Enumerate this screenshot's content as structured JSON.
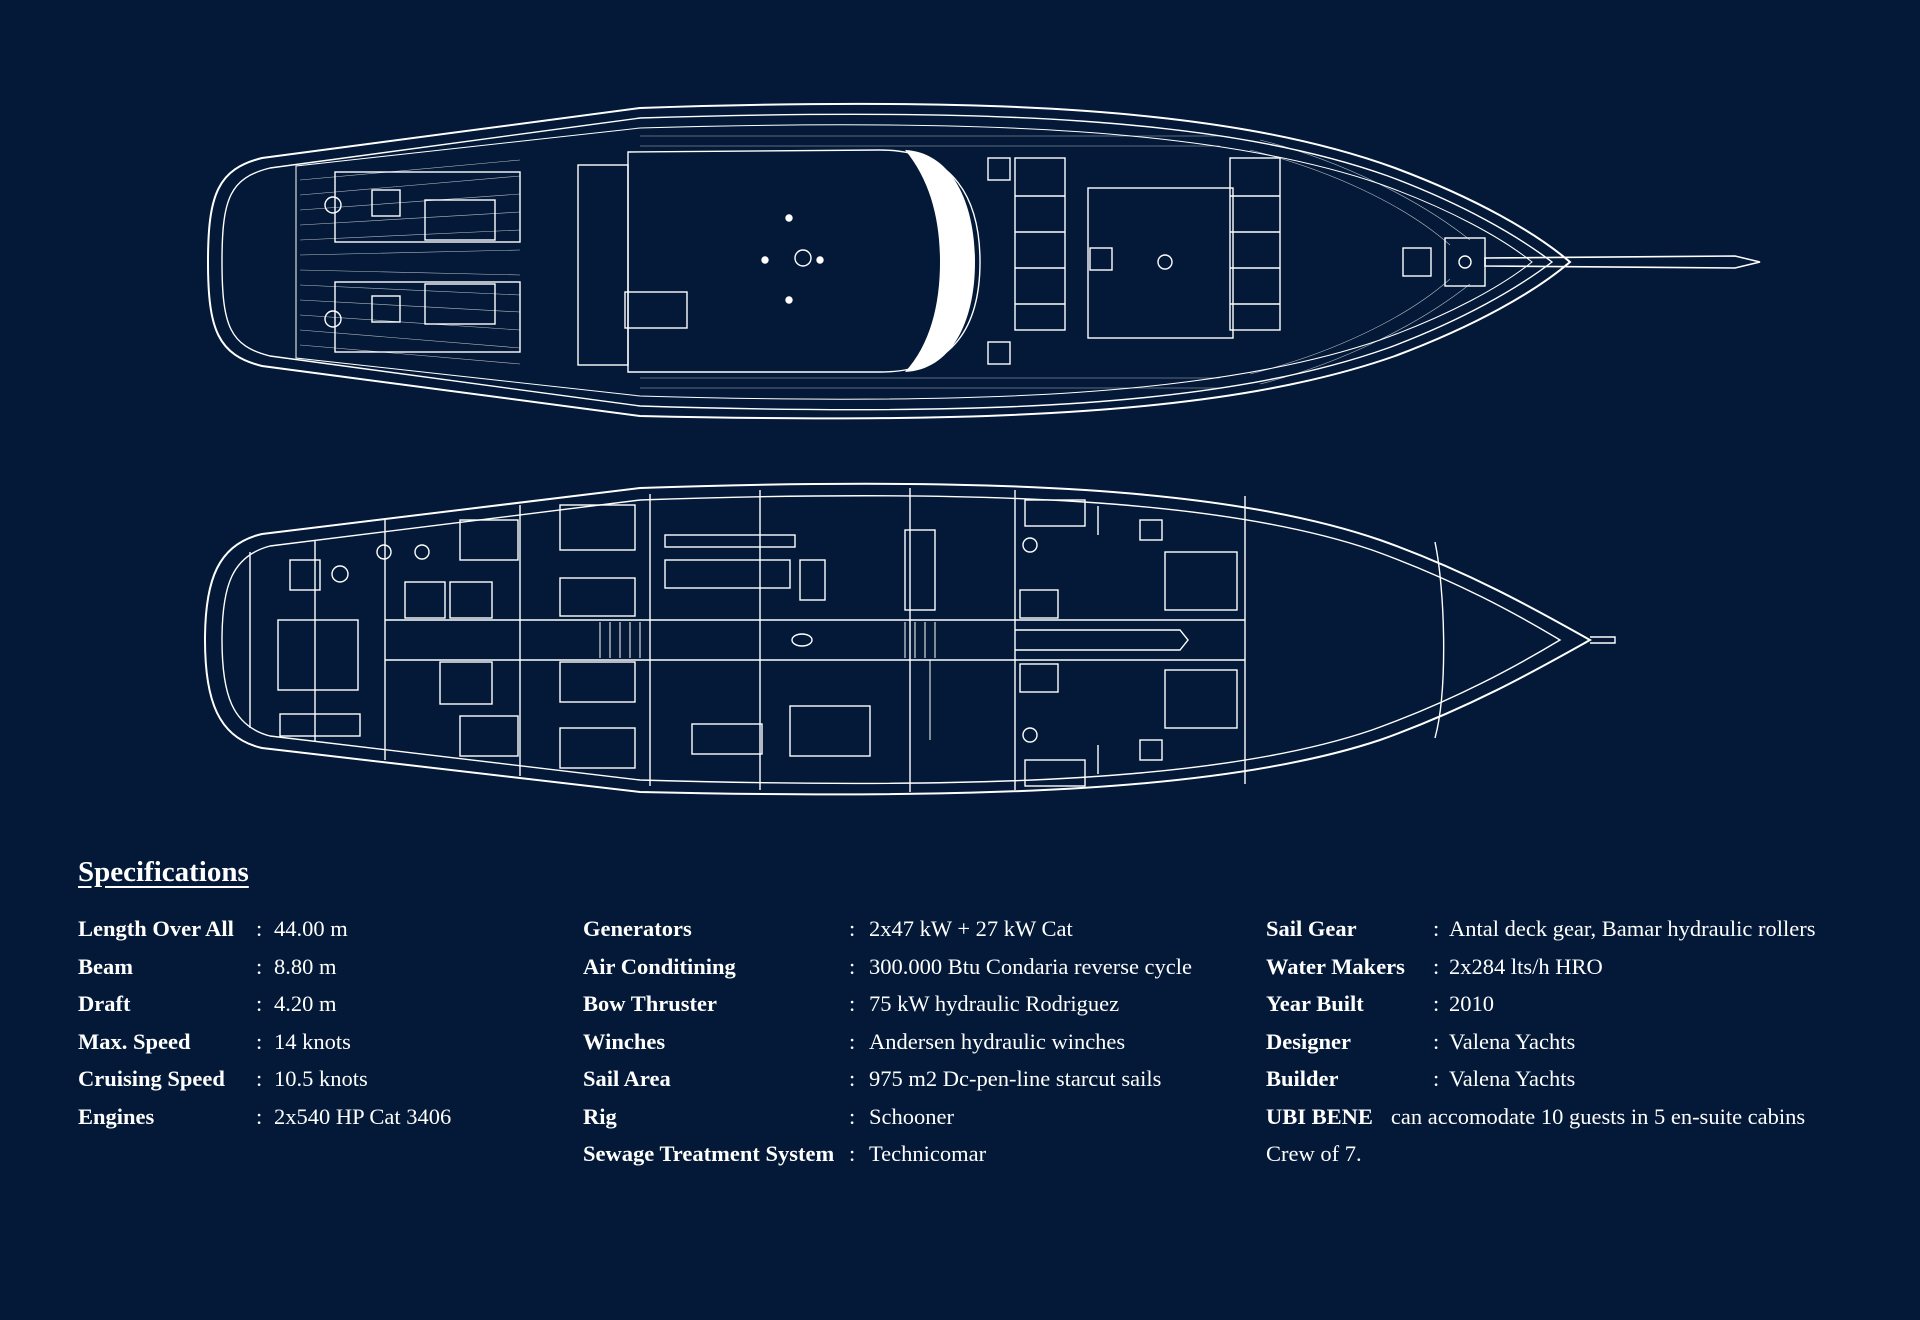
{
  "colors": {
    "background": "#031937",
    "line": "#ffffff"
  },
  "specs_title": "Specifications",
  "column1": [
    {
      "label": "Length Over All",
      "sep": ":",
      "value": "44.00 m"
    },
    {
      "label": "Beam",
      "sep": ":",
      "value": "8.80 m"
    },
    {
      "label": "Draft",
      "sep": ":",
      "value": "4.20 m"
    },
    {
      "label": "Max. Speed",
      "sep": ":",
      "value": "14 knots"
    },
    {
      "label": "Cruising Speed",
      "sep": ":",
      "value": "10.5 knots"
    },
    {
      "label": "Engines",
      "sep": ":",
      "value": "2x540 HP Cat 3406"
    }
  ],
  "column2": [
    {
      "label": "Generators",
      "sep": ":",
      "value": "2x47 kW + 27 kW Cat"
    },
    {
      "label": "Air Conditining",
      "sep": ":",
      "value": "300.000 Btu Condaria reverse cycle"
    },
    {
      "label": "Bow Thruster",
      "sep": ":",
      "value": "75 kW hydraulic Rodriguez"
    },
    {
      "label": "Winches",
      "sep": ":",
      "value": "Andersen hydraulic winches"
    },
    {
      "label": "Sail Area",
      "sep": ":",
      "value": "975 m2 Dc-pen-line starcut sails"
    },
    {
      "label": "Rig",
      "sep": ":",
      "value": "Schooner"
    },
    {
      "label": "Sewage Treatment System",
      "sep": ":",
      "value": "Technicomar"
    }
  ],
  "column3": [
    {
      "label": "Sail Gear",
      "sep": ":",
      "value": "Antal deck gear, Bamar  hydraulic rollers"
    },
    {
      "label": "Water Makers",
      "sep": ":",
      "value": "2x284 lts/h  HRO"
    },
    {
      "label": "Year Built",
      "sep": ":",
      "value": "2010"
    },
    {
      "label": "Designer",
      "sep": ":",
      "value": "Valena Yachts"
    },
    {
      "label": "Builder",
      "sep": ":",
      "value": "Valena Yachts"
    }
  ],
  "capacity_name": "UBI BENE",
  "capacity_text": "can accomodate 10 guests in 5 en-suite cabins",
  "crew_text": "Crew of  7."
}
